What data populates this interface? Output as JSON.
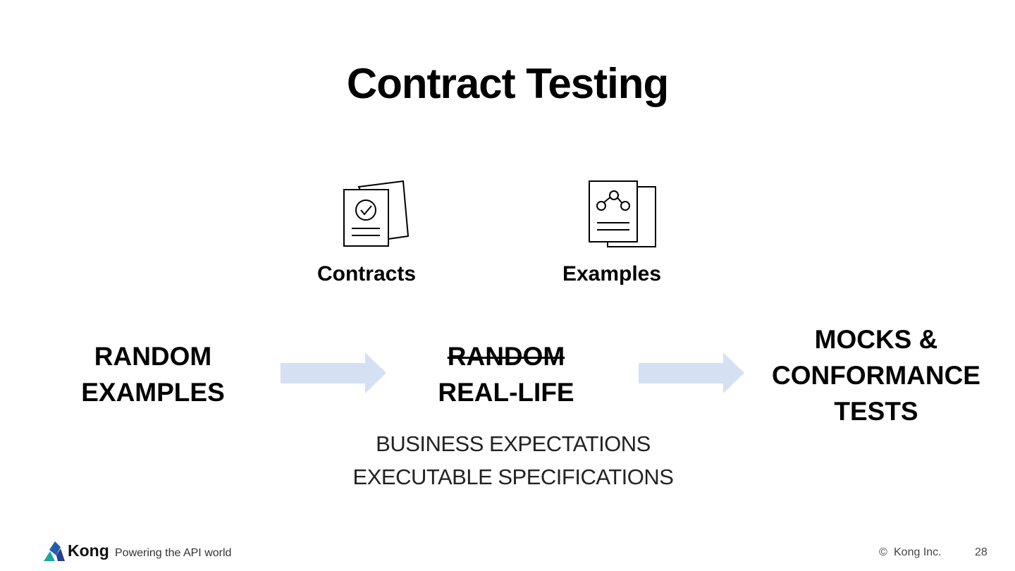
{
  "slide": {
    "title": "Contract Testing",
    "icons": {
      "contracts_label": "Contracts",
      "examples_label": "Examples"
    },
    "flow": {
      "left": [
        "RANDOM",
        "EXAMPLES"
      ],
      "middle_struck": "RANDOM",
      "middle": "REAL-LIFE",
      "right": [
        "MOCKS &",
        "CONFORMANCE",
        "TESTS"
      ],
      "arrow_color": "#d6e0f3"
    },
    "captions": [
      "BUSINESS EXPECTATIONS",
      "EXECUTABLE SPECIFICATIONS"
    ]
  },
  "footer": {
    "brand": "Kong",
    "tagline": "Powering the API world",
    "copyright_symbol": "©",
    "copyright": "Kong Inc.",
    "page_number": "28",
    "logo_colors": [
      "#1f5fa8",
      "#19a7a0",
      "#2a3f8f"
    ]
  }
}
